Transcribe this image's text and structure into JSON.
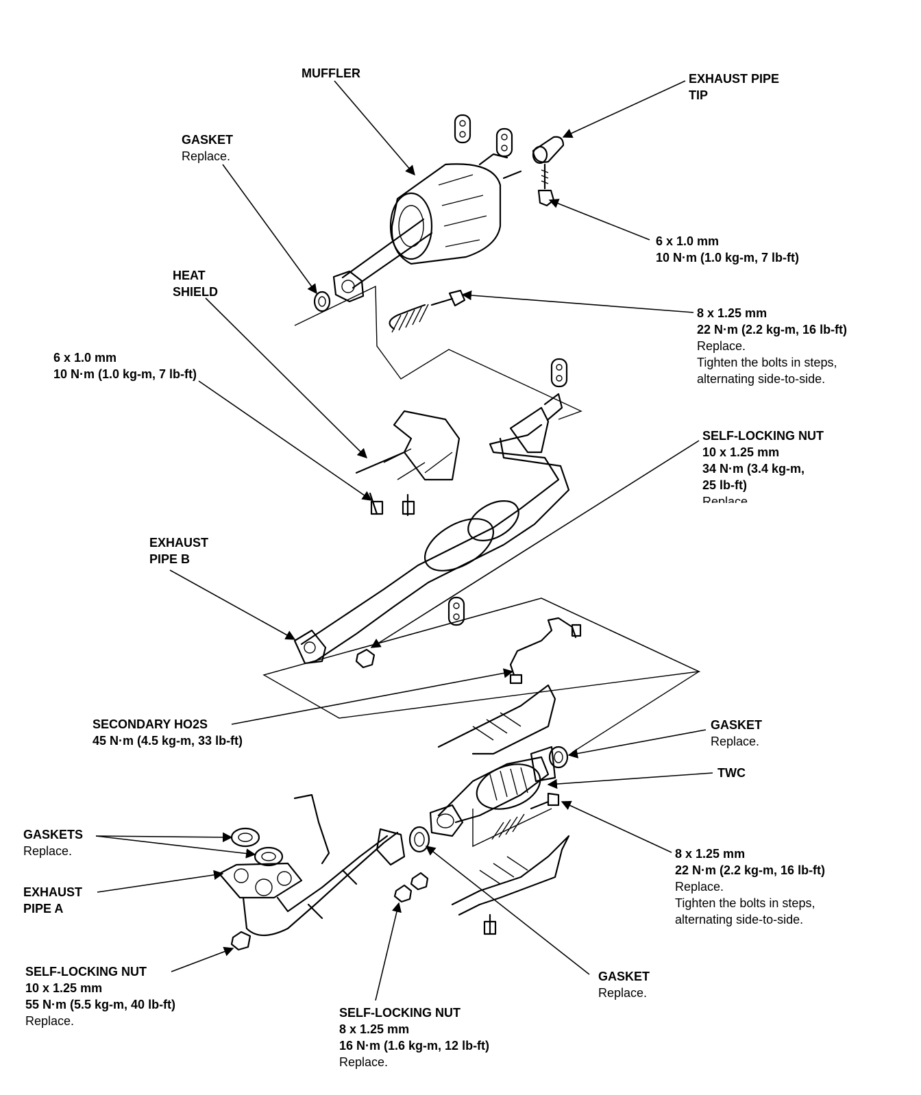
{
  "callouts": {
    "muffler": {
      "l1": "MUFFLER"
    },
    "exhaust_pipe_tip": {
      "l1": "EXHAUST PIPE",
      "l2": "TIP"
    },
    "gasket_top": {
      "l1": "GASKET",
      "l2": "Replace."
    },
    "bolt_tip": {
      "l1": "6 x 1.0 mm",
      "l2": "10 N·m (1.0 kg-m, 7 lb-ft)"
    },
    "heat_shield": {
      "l1": "HEAT",
      "l2": "SHIELD"
    },
    "bolt_muffler": {
      "l1": "8 x 1.25 mm",
      "l2": "22 N·m (2.2 kg-m, 16 lb-ft)",
      "l3": "Replace.",
      "l4": "Tighten the bolts in steps,",
      "l5": "alternating side-to-side."
    },
    "bolt_shield": {
      "l1": "6 x 1.0 mm",
      "l2": "10 N·m (1.0 kg-m, 7 lb-ft)"
    },
    "self_locking_nut_mid": {
      "l1": "SELF-LOCKING NUT",
      "l2": "10 x 1.25 mm",
      "l3": "34 N·m (3.4 kg-m,",
      "l4": "25 lb-ft)",
      "l5": "Replace."
    },
    "exhaust_pipe_b": {
      "l1": "EXHAUST",
      "l2": "PIPE B"
    },
    "secondary_ho2s": {
      "l1": "SECONDARY HO2S",
      "l2": "45 N·m (4.5 kg-m, 33 lb-ft)"
    },
    "gasket_twc": {
      "l1": "GASKET",
      "l2": "Replace."
    },
    "twc": {
      "l1": "TWC"
    },
    "gaskets": {
      "l1": "GASKETS",
      "l2": "Replace."
    },
    "bolt_twc": {
      "l1": "8 x 1.25 mm",
      "l2": "22 N·m (2.2 kg-m, 16 lb-ft)",
      "l3": "Replace.",
      "l4": "Tighten the bolts in steps,",
      "l5": "alternating side-to-side."
    },
    "exhaust_pipe_a": {
      "l1": "EXHAUST",
      "l2": "PIPE A"
    },
    "self_locking_nut_a": {
      "l1": "SELF-LOCKING NUT",
      "l2": "10 x 1.25 mm",
      "l3": "55 N·m (5.5 kg-m, 40 lb-ft)",
      "l4": "Replace."
    },
    "gasket_bottom": {
      "l1": "GASKET",
      "l2": "Replace."
    },
    "self_locking_nut_bottom": {
      "l1": "SELF-LOCKING NUT",
      "l2": "8 x 1.25 mm",
      "l3": "16 N·m (1.6 kg-m, 12 lb-ft)",
      "l4": "Replace."
    }
  }
}
